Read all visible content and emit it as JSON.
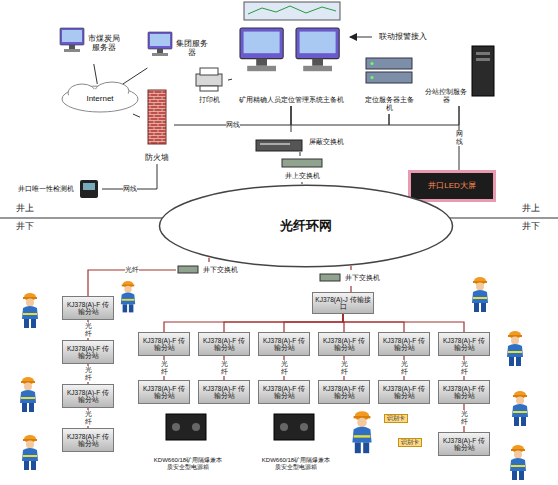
{
  "diagram": {
    "nodes": [
      {
        "text": [
          "市煤炭局服务器"
        ]
      },
      {
        "text": [
          "集团服务器"
        ]
      },
      {
        "text": [
          "Internet"
        ]
      },
      {
        "text": [
          "防火墙"
        ]
      },
      {
        "text": [
          "打印机"
        ]
      },
      {
        "text": [
          "矿用精确人员定位管理系统主备机"
        ]
      },
      {
        "text": [
          "联动报警接入"
        ]
      },
      {
        "text": [
          "定位服务器主备机"
        ]
      },
      {
        "text": [
          "分站控制服务器"
        ]
      },
      {
        "text": [
          "屏蔽交换机"
        ]
      },
      {
        "text": [
          "井上交换机"
        ]
      },
      {
        "text": [
          "井口唯一性检测机"
        ]
      },
      {
        "text": [
          "井口LED大屏"
        ]
      },
      {
        "text": [
          "光纤环网"
        ]
      },
      {
        "text": [
          "井下交换机"
        ]
      },
      {
        "text": [
          "井下交换机"
        ]
      },
      {
        "text": [
          "KJ378(A)-J 传输接口"
        ]
      },
      {
        "text": [
          "KJ378(A)-F 传输分站"
        ]
      },
      {
        "text": [
          "KJ378(A)-F 传输分站"
        ]
      },
      {
        "text": [
          "KJ378(A)-F 传输分站"
        ]
      },
      {
        "text": [
          "KJ378(A)-F 传输分站"
        ]
      },
      {
        "text": [
          "KJ378(A)-F 传输分站"
        ]
      },
      {
        "text": [
          "KJ378(A)-F 传输分站"
        ]
      },
      {
        "text": [
          "KJ378(A)-F 传输分站"
        ]
      },
      {
        "text": [
          "KJ378(A)-F 传输分站"
        ]
      },
      {
        "text": [
          "KJ378(A)-F 传输分站"
        ]
      },
      {
        "text": [
          "KJ378(A)-F 传输分站"
        ]
      },
      {
        "text": [
          "KJ378(A)-F 传输分站"
        ]
      },
      {
        "text": [
          "KJ378(A)-F 传输分站"
        ]
      },
      {
        "text": [
          "KJ378(A)-F 传输分站"
        ]
      },
      {
        "text": [
          "KJ378(A)-F 传输分站"
        ]
      },
      {
        "text": [
          "KJ378(A)-F 传输分站"
        ]
      },
      {
        "text": [
          "KJ378(A)-F 传输分站"
        ]
      },
      {
        "text": [
          "KJ378(A)-F 传输分站"
        ]
      },
      {
        "text": [
          "KDW660/18矿用隔爆兼本质安全型电源箱"
        ]
      },
      {
        "text": [
          "KDW660/18矿用隔爆兼本质安全型电源箱"
        ]
      }
    ],
    "edges": [
      {
        "from": 0,
        "to": 2,
        "arrow": "none"
      },
      {
        "from": 1,
        "to": 2,
        "arrow": "none"
      },
      {
        "from": 2,
        "to": 3,
        "arrow": "none"
      },
      {
        "from": 3,
        "to": 5,
        "label": "网线",
        "arrow": "none"
      },
      {
        "from": 5,
        "to": 7,
        "arrow": "none"
      },
      {
        "from": 7,
        "to": 8,
        "arrow": "none"
      },
      {
        "from": 4,
        "to": 5,
        "arrow": "none"
      },
      {
        "from": 6,
        "to": 5,
        "arrow": "to"
      },
      {
        "from": 5,
        "to": 9,
        "arrow": "none"
      },
      {
        "from": 9,
        "to": 10,
        "arrow": "none"
      },
      {
        "from": 10,
        "to": 13,
        "arrow": "none"
      },
      {
        "from": 3,
        "to": 11,
        "label": "网线",
        "arrow": "none"
      },
      {
        "from": 8,
        "to": 12,
        "label": "网线",
        "arrow": "none"
      },
      {
        "from": 13,
        "to": 14,
        "arrow": "none"
      },
      {
        "from": 13,
        "to": 15,
        "arrow": "none"
      },
      {
        "from": 15,
        "to": 16,
        "arrow": "none"
      },
      {
        "from": 14,
        "to": 17,
        "label": "光纤",
        "arrow": "none"
      },
      {
        "from": 17,
        "to": 18,
        "label": "光纤",
        "arrow": "none"
      },
      {
        "from": 18,
        "to": 19,
        "label": "光纤",
        "arrow": "none"
      },
      {
        "from": 19,
        "to": 20,
        "label": "光纤",
        "arrow": "none"
      },
      {
        "from": 16,
        "to": 21,
        "arrow": "none"
      },
      {
        "from": 16,
        "to": 22,
        "arrow": "none"
      },
      {
        "from": 16,
        "to": 23,
        "arrow": "none"
      },
      {
        "from": 16,
        "to": 24,
        "arrow": "none"
      },
      {
        "from": 16,
        "to": 25,
        "arrow": "none"
      },
      {
        "from": 16,
        "to": 26,
        "arrow": "none"
      },
      {
        "from": 21,
        "to": 27,
        "label": "光纤",
        "arrow": "none"
      },
      {
        "from": 22,
        "to": 28,
        "label": "光纤",
        "arrow": "none"
      },
      {
        "from": 23,
        "to": 29,
        "label": "光纤",
        "arrow": "none"
      },
      {
        "from": 24,
        "to": 30,
        "label": "光纤",
        "arrow": "none"
      },
      {
        "from": 25,
        "to": 31,
        "label": "光纤",
        "arrow": "none"
      },
      {
        "from": 26,
        "to": 32,
        "label": "光纤",
        "arrow": "none"
      },
      {
        "from": 32,
        "to": 33,
        "label": "光纤",
        "arrow": "none"
      }
    ],
    "labels": [
      "井上",
      "井上",
      "井下",
      "井下",
      "识别卡",
      "识别卡"
    ]
  }
}
